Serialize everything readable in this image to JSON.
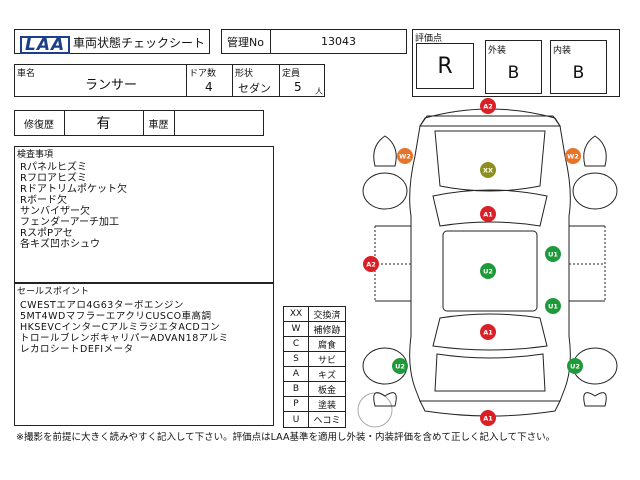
{
  "header": {
    "brand": "LAA",
    "title": "車両状態チェックシート",
    "mgmt_label": "管理No",
    "mgmt_no": "13043",
    "score_label": "評価点",
    "score": "R",
    "exterior_label": "外装",
    "exterior": "B",
    "interior_label": "内装",
    "interior": "B"
  },
  "vehicle": {
    "name_label": "車名",
    "name": "ランサー",
    "doors_label": "ドア数",
    "doors": "4",
    "body_label": "形状",
    "body": "セダン",
    "capacity_label": "定員",
    "capacity": "5",
    "capacity_unit": "人"
  },
  "history": {
    "repair_label": "修復歴",
    "repair": "有",
    "inspection_label": "車歴",
    "inspection": ""
  },
  "inspection_notes": {
    "label": "検査事項",
    "lines": [
      "Rパネルヒズミ",
      "Rフロアヒズミ",
      "Rドアトリムポケット欠",
      "Rボード欠",
      "サンバイザー欠",
      "フェンダーアーチ加工",
      "RスポPアセ",
      "各キズ凹ホシュウ"
    ]
  },
  "sales_points": {
    "label": "セールスポイント",
    "lines": [
      "CWESTエアロ4G63ターボエンジン",
      "5MT4WDマフラーエアクリCUSCO車高調",
      "HKSEVCインターCアルミラジエタACDコン",
      "トロールブレンボキャリパーADVAN18アルミ",
      "レカロシートDEFIメータ"
    ]
  },
  "legend": [
    {
      "code": "XX",
      "meaning": "交換済"
    },
    {
      "code": "W",
      "meaning": "補修跡"
    },
    {
      "code": "C",
      "meaning": "腐食"
    },
    {
      "code": "S",
      "meaning": "サビ"
    },
    {
      "code": "A",
      "meaning": "キズ"
    },
    {
      "code": "B",
      "meaning": "板金"
    },
    {
      "code": "P",
      "meaning": "塗装"
    },
    {
      "code": "U",
      "meaning": "ヘコミ"
    }
  ],
  "markers": [
    {
      "name": "marker-front-bumper",
      "label": "A2",
      "color": "#d92027"
    },
    {
      "name": "marker-front-left-fender",
      "label": "W2",
      "color": "#e8732a"
    },
    {
      "name": "marker-front-right-fender",
      "label": "W2",
      "color": "#e8732a"
    },
    {
      "name": "marker-hood",
      "label": "XX",
      "color": "#8f8f1f"
    },
    {
      "name": "marker-windshield",
      "label": "A1",
      "color": "#d92027"
    },
    {
      "name": "marker-left-side",
      "label": "A2",
      "color": "#d92027"
    },
    {
      "name": "marker-roof",
      "label": "U2",
      "color": "#1f9a3a"
    },
    {
      "name": "marker-right-front-door",
      "label": "U1",
      "color": "#1f9a3a"
    },
    {
      "name": "marker-right-rear-door",
      "label": "U1",
      "color": "#1f9a3a"
    },
    {
      "name": "marker-rear-window",
      "label": "A1",
      "color": "#d92027"
    },
    {
      "name": "marker-rear-left",
      "label": "U2",
      "color": "#1f9a3a"
    },
    {
      "name": "marker-rear-right",
      "label": "U2",
      "color": "#1f9a3a"
    },
    {
      "name": "marker-rear-bumper",
      "label": "A1",
      "color": "#d92027"
    }
  ],
  "footer": {
    "note": "※撮影を前提に大きく読みやすく記入して下さい。評価点はLAA基準を適用し外装・内装評価を含めて正しく記入して下さい。"
  }
}
